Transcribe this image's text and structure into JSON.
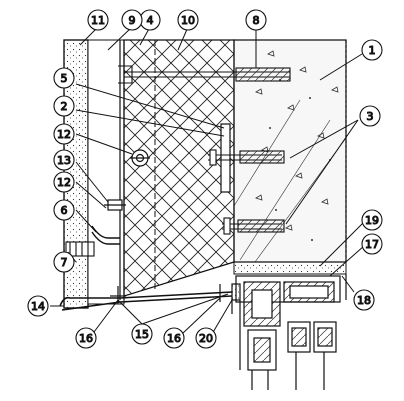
{
  "callouts": [
    {
      "id": "c1",
      "label": "1"
    },
    {
      "id": "c2",
      "label": "2"
    },
    {
      "id": "c3",
      "label": "3"
    },
    {
      "id": "c4",
      "label": "4"
    },
    {
      "id": "c5",
      "label": "5"
    },
    {
      "id": "c6",
      "label": "6"
    },
    {
      "id": "c7",
      "label": "7"
    },
    {
      "id": "c8",
      "label": "8"
    },
    {
      "id": "c9",
      "label": "9"
    },
    {
      "id": "c10",
      "label": "10"
    },
    {
      "id": "c11",
      "label": "11"
    },
    {
      "id": "c12a",
      "label": "12"
    },
    {
      "id": "c12b",
      "label": "12"
    },
    {
      "id": "c13",
      "label": "13"
    },
    {
      "id": "c14",
      "label": "14"
    },
    {
      "id": "c15",
      "label": "15"
    },
    {
      "id": "c16a",
      "label": "16"
    },
    {
      "id": "c16b",
      "label": "16"
    },
    {
      "id": "c17",
      "label": "17"
    },
    {
      "id": "c18",
      "label": "18"
    },
    {
      "id": "c19",
      "label": "19"
    },
    {
      "id": "c20",
      "label": "20"
    }
  ],
  "colors": {
    "ink": "#111111",
    "paper": "#ffffff",
    "concrete": "#f4f4f4"
  }
}
